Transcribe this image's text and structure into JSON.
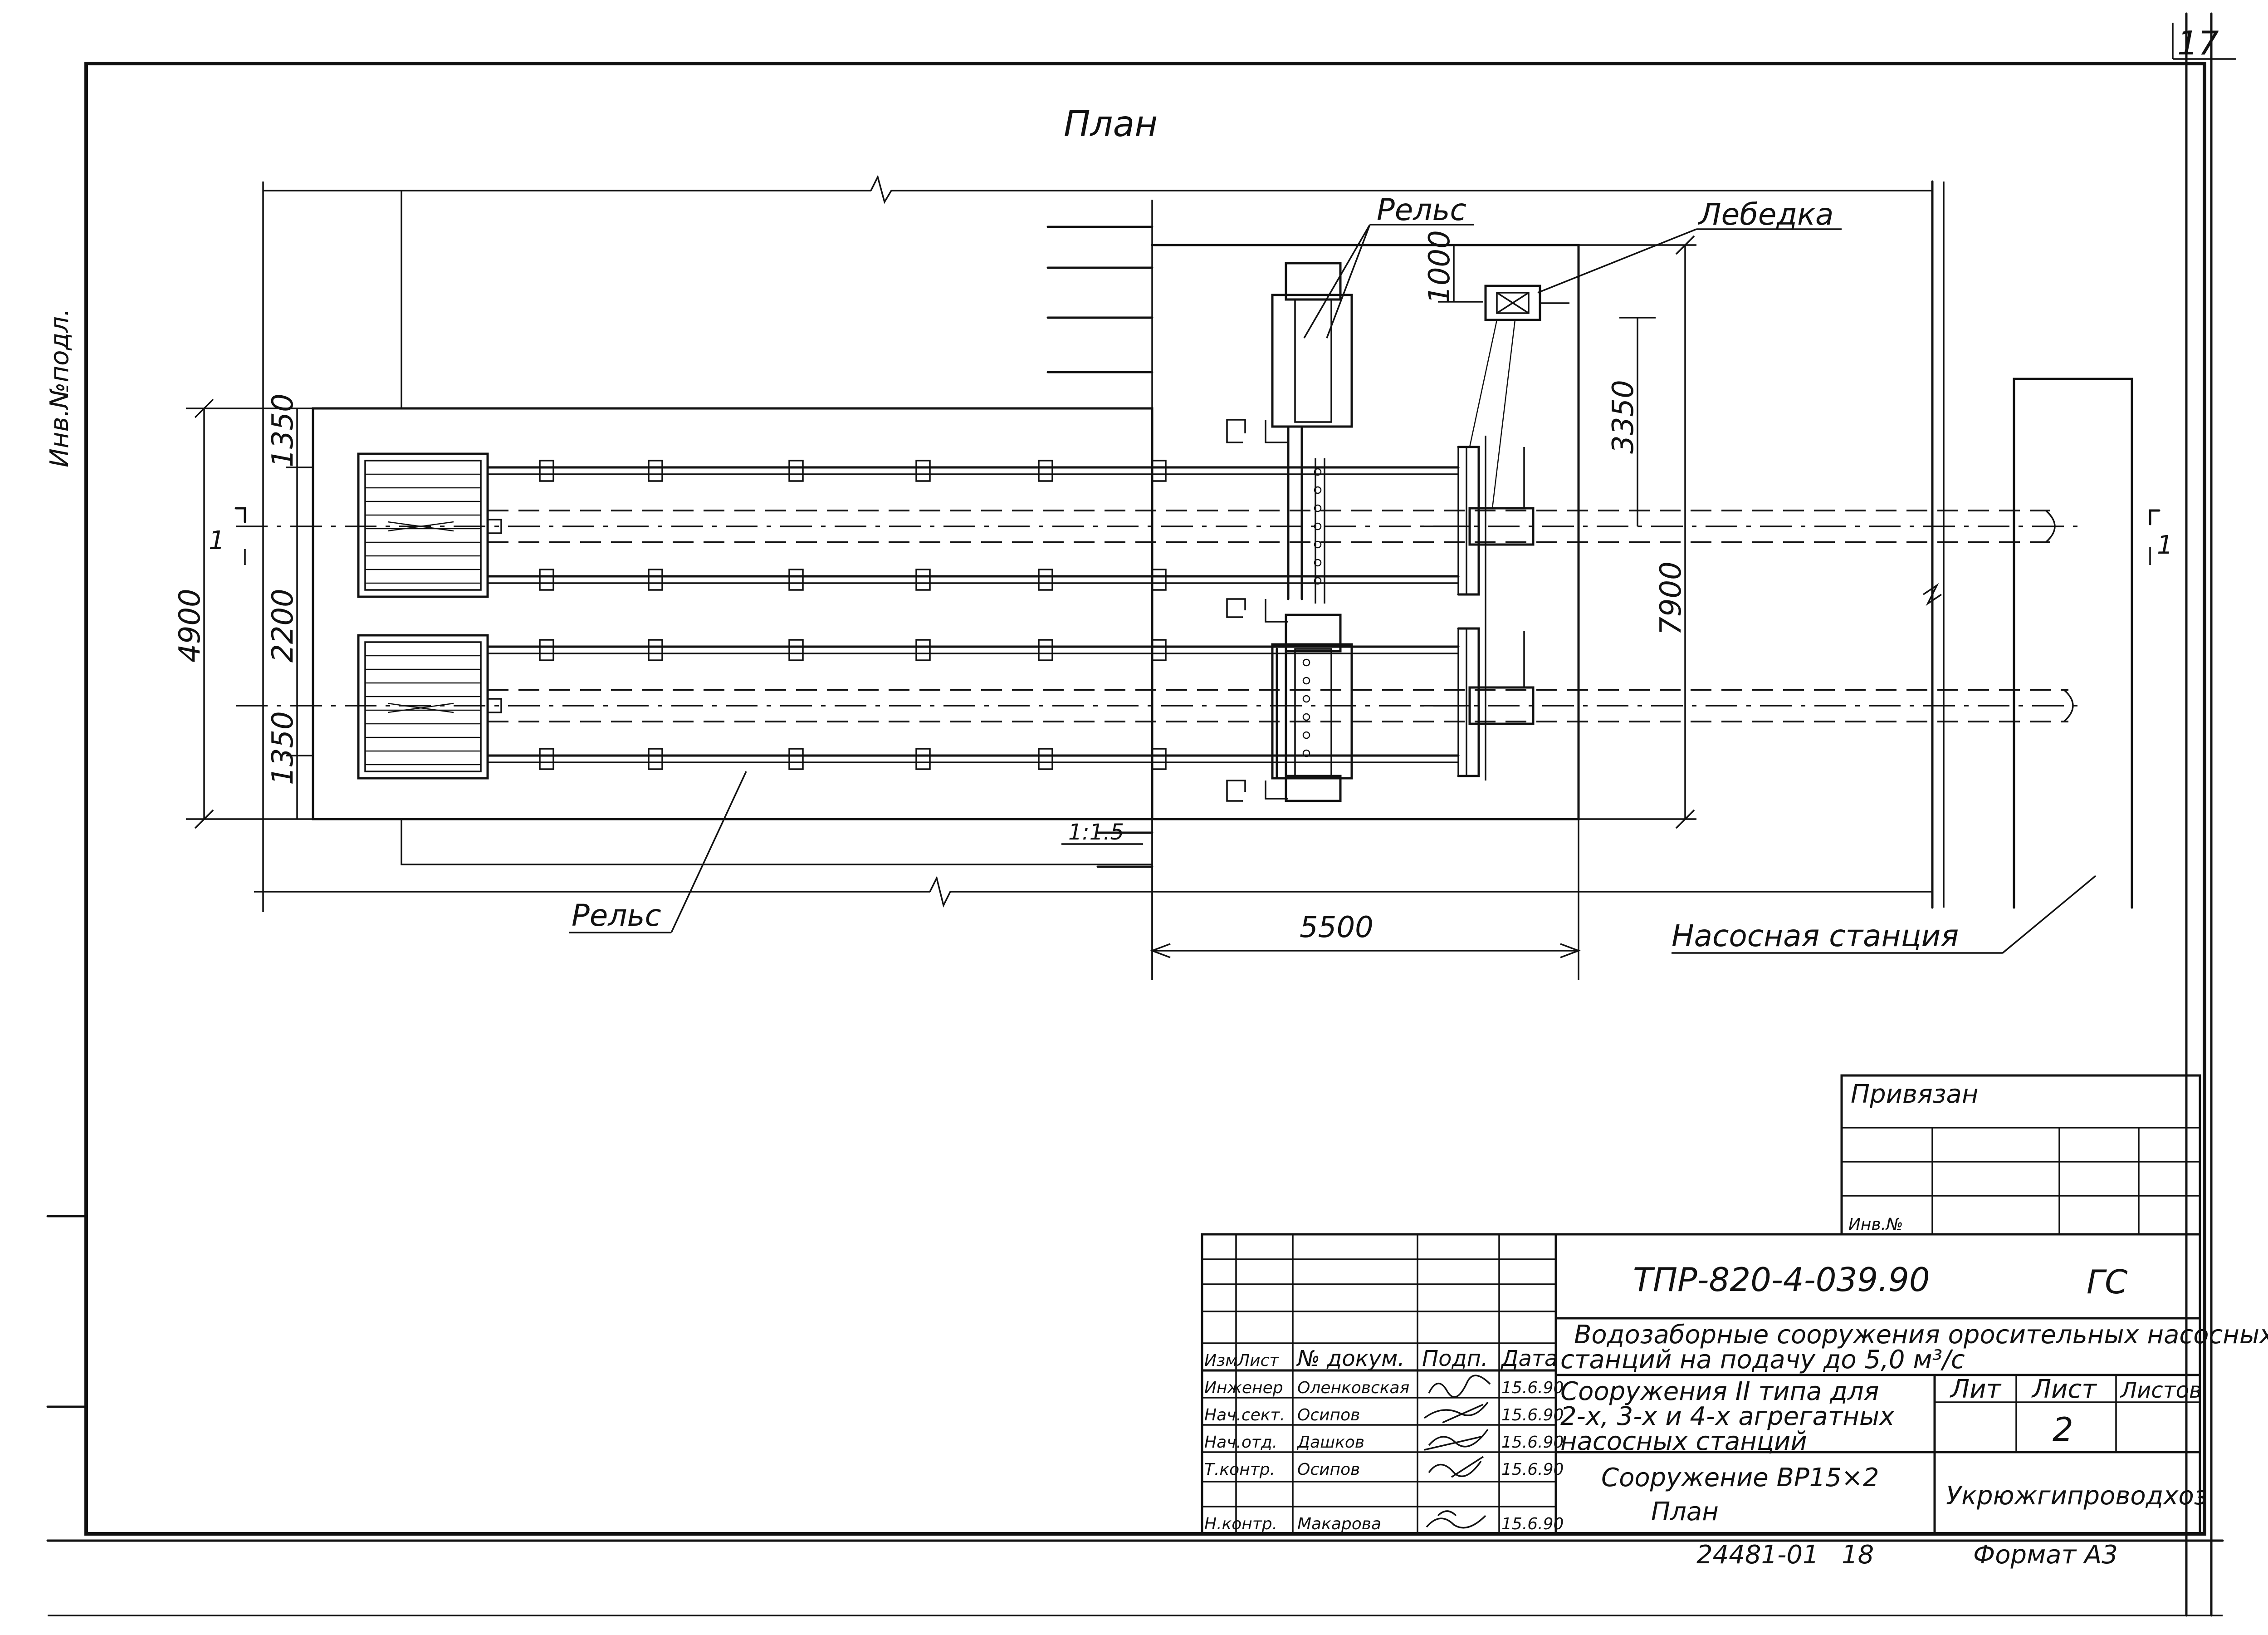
{
  "sheet": {
    "page_number": "17",
    "side_stamp": "Инв.№подл."
  },
  "drawing": {
    "title": "План",
    "labels": {
      "rail_top": "Рельс",
      "winch": "Лебедка",
      "rail_bottom": "Рельс",
      "pump_station": "Насосная станция",
      "slope": "1:1.5",
      "section_left": "1",
      "section_right": "1"
    },
    "dimensions": {
      "d4900": "4900",
      "d1350_top": "1350",
      "d2200": "2200",
      "d1350_bottom": "1350",
      "d1000": "1000",
      "d3350": "3350",
      "d7900": "7900",
      "d5500": "5500"
    }
  },
  "stamp_top": {
    "title": "Привязан",
    "inv": "Инв.№"
  },
  "title_block": {
    "designation": "ТПР-820-4-039.90",
    "stage_code": "ГС",
    "project_name_line1": "Водозаборные сооружения оросительных насосных",
    "project_name_line2": "станций на подачу до 5,0 м³/с",
    "headers": [
      "Изм",
      "Лист",
      "№ докум.",
      "Подп.",
      "Дата"
    ],
    "staff": [
      {
        "role": "Инженер",
        "name": "Оленковская",
        "date": "15.6.90"
      },
      {
        "role": "Нач.сект.",
        "name": "Осипов",
        "date": "15.6.90"
      },
      {
        "role": "Нач.отд.",
        "name": "Дашков",
        "date": "15.6.90"
      },
      {
        "role": "Т.контр.",
        "name": "Осипов",
        "date": "15.6.90"
      },
      {
        "role": "",
        "name": "",
        "date": ""
      },
      {
        "role": "Н.контр.",
        "name": "Макарова",
        "date": "15.6.90"
      }
    ],
    "structure_description_line1": "Сооружения II типа для",
    "structure_description_line2": "2-х, 3-х и 4-х агрегатных",
    "structure_description_line3": "насосных станций",
    "sheet_name_line1": "Сооружение ВР15×2",
    "sheet_name_line2": "План",
    "lit_label": "Лит",
    "list_label": "Лист",
    "listov_label": "Листов",
    "sheet_no": "2",
    "organization": "Укрюжгипроводхоз",
    "archive_no": "24481-01",
    "archive_page": "18",
    "format": "Формат А3"
  }
}
